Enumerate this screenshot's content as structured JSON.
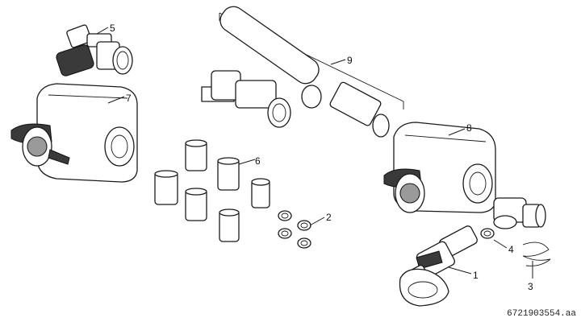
{
  "callouts": {
    "c1": "1",
    "c2": "2",
    "c3": "3",
    "c4": "4",
    "c5": "5",
    "c6": "6",
    "c7": "7",
    "c8": "8",
    "c9": "9"
  },
  "reference_code": "6721903554.aa"
}
